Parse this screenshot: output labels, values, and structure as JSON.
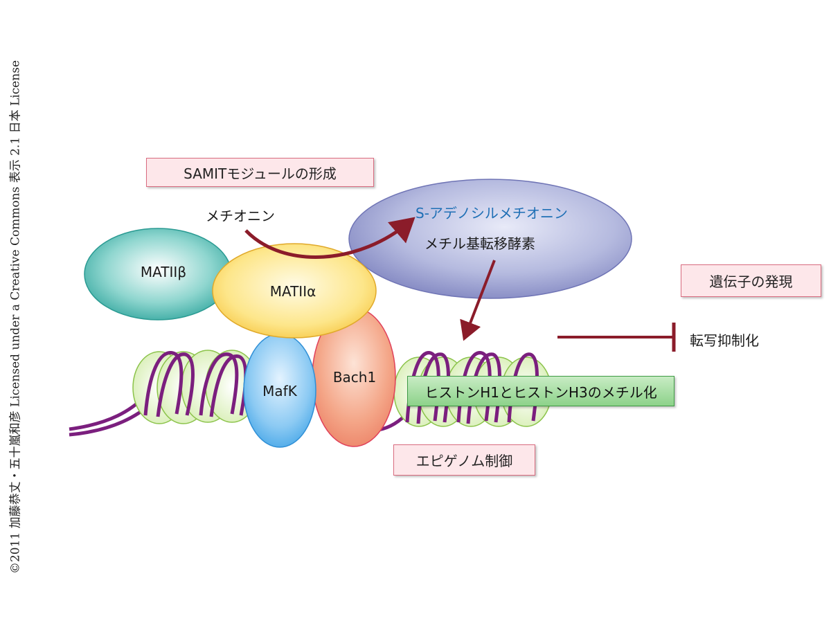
{
  "copyright": "©2011 加藤恭丈・五十嵐和彦 Licensed under a Creative Commons 表示 2.1 日本 License",
  "boxes": {
    "samit_module": "SAMITモジュールの形成",
    "gene_expression": "遺伝子の発現",
    "epigenome": "エピゲノム制御",
    "histone_methylation": "ヒストンH1とヒストンH3のメチル化"
  },
  "proteins": {
    "matii_beta": "MATIIβ",
    "matii_alpha": "MATIIα",
    "mafk": "MafK",
    "bach1": "Bach1"
  },
  "labels": {
    "methionine": "メチオニン",
    "sam": "S-アデノシルメチオニン",
    "methyltransferase": "メチル基転移酵素",
    "transcription_repression": "転写抑制化"
  },
  "colors": {
    "dna": "#7b1f7e",
    "arrow": "#8b1c2a",
    "sam_text": "#1e6fb5",
    "pink_border": "#d96b7f",
    "green_border": "#3e9a44"
  }
}
